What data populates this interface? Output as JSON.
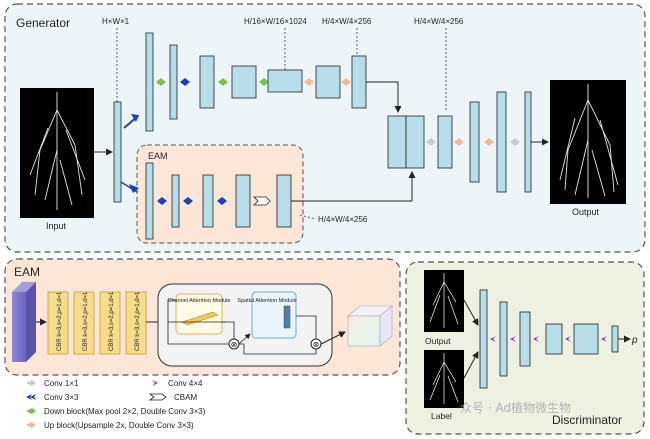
{
  "generator": {
    "title": "Generator",
    "dims": {
      "input_dim": "H×W×1",
      "mid_dim": "H/16×W/16×1024",
      "skip_dim": "H/4×W/4×256",
      "up_dim": "H/4×W/4×256",
      "eam_out_dim": "H/4×W/4×256"
    },
    "input_label": "Input",
    "output_label": "Output",
    "eam_label": "EAM"
  },
  "eam_detail": {
    "title": "EAM",
    "cbr_blocks": [
      "CBR k=3,s=2,p=1,d=1",
      "CBR k=3,s=2,p=1,d=1",
      "CBR k=3,s=2,p=1,d=1",
      "CBR k=3,s=2,p=1,d=1"
    ],
    "channel_attention": "Channel Attention Module",
    "spatial_attention": "Spatial Attention Module",
    "multiply_symbol": "⊗"
  },
  "discriminator": {
    "title": "Discriminator",
    "output_label": "Output",
    "label_label": "Label",
    "p_label": "p"
  },
  "legend": {
    "items": [
      {
        "label": "Conv 1×1",
        "color": "#c9c9d6"
      },
      {
        "label": "Conv 4×4",
        "color": "#8e2ee0"
      },
      {
        "label": "Conv 3×3",
        "color": "#1a3fb8"
      },
      {
        "label": "CBAM",
        "color": "#ffffff"
      },
      {
        "label": "Down block(Max pool 2×2, Double Conv 3×3)",
        "color": "#7cc04a"
      },
      {
        "label": "Up block(Upsample 2x, Double Conv 3×3)",
        "color": "#f5b98f"
      }
    ]
  },
  "watermark": "众号 · Ad植物微生物",
  "colors": {
    "block_fill": "#b7dde8",
    "generator_bg": "#eef5f8",
    "eam_bg": "#fbe6d8",
    "disc_bg": "#eef0e2"
  }
}
